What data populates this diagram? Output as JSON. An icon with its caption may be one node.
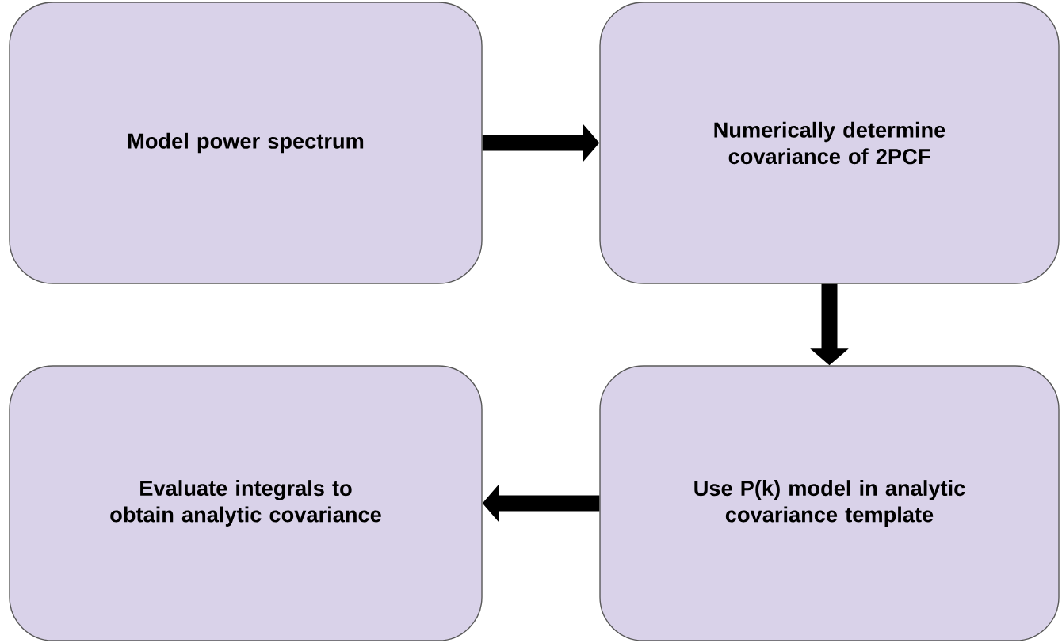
{
  "diagram": {
    "nodes": [
      {
        "text": [
          "Model power spectrum"
        ]
      },
      {
        "text": [
          "Numerically determine covariance of 2PCF"
        ]
      },
      {
        "text": [
          "Evaluate integrals to obtain analytic covariance"
        ]
      },
      {
        "text": [
          "Use P(k) model in analytic covariance template"
        ]
      }
    ],
    "edges": [
      {
        "from": 0,
        "to": 1,
        "arrow": "to"
      },
      {
        "from": 1,
        "to": 3,
        "arrow": "to"
      },
      {
        "from": 3,
        "to": 2,
        "arrow": "to"
      }
    ]
  }
}
